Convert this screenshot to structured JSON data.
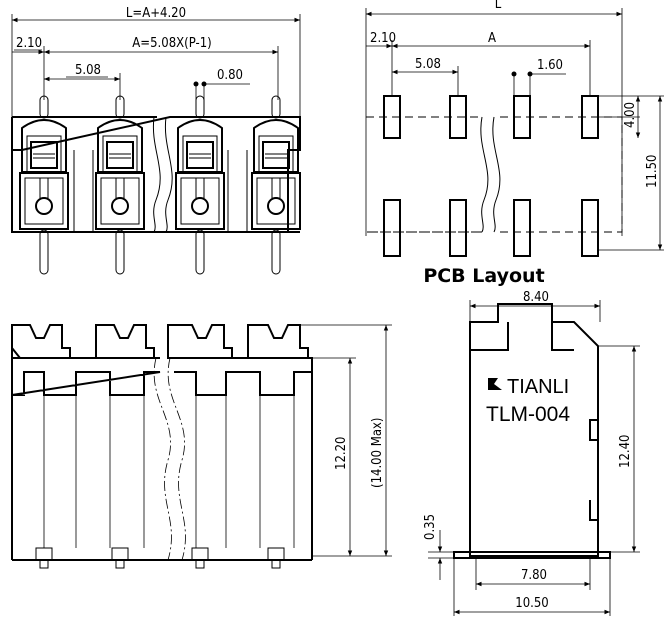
{
  "front_view": {
    "overall_length": "L=A+4.20",
    "edge_offset": "2.10",
    "span_formula": "A=5.08X(P-1)",
    "pitch": "5.08",
    "pin_width": "0.80"
  },
  "pcb_layout": {
    "title": "PCB Layout",
    "overall_length": "L",
    "edge_offset": "2.10",
    "span": "A",
    "pitch": "5.08",
    "hole_width": "1.60",
    "row_offset": "4.00",
    "row_span": "11.50"
  },
  "side_view": {
    "height_body": "12.20",
    "height_max": "(14.00 Max)"
  },
  "end_view": {
    "width_top": "8.40",
    "brand": "TIANLI",
    "model": "TLM-004",
    "height": "12.40",
    "foot_thickness": "0.35",
    "foot_inner": "7.80",
    "foot_outer": "10.50"
  }
}
